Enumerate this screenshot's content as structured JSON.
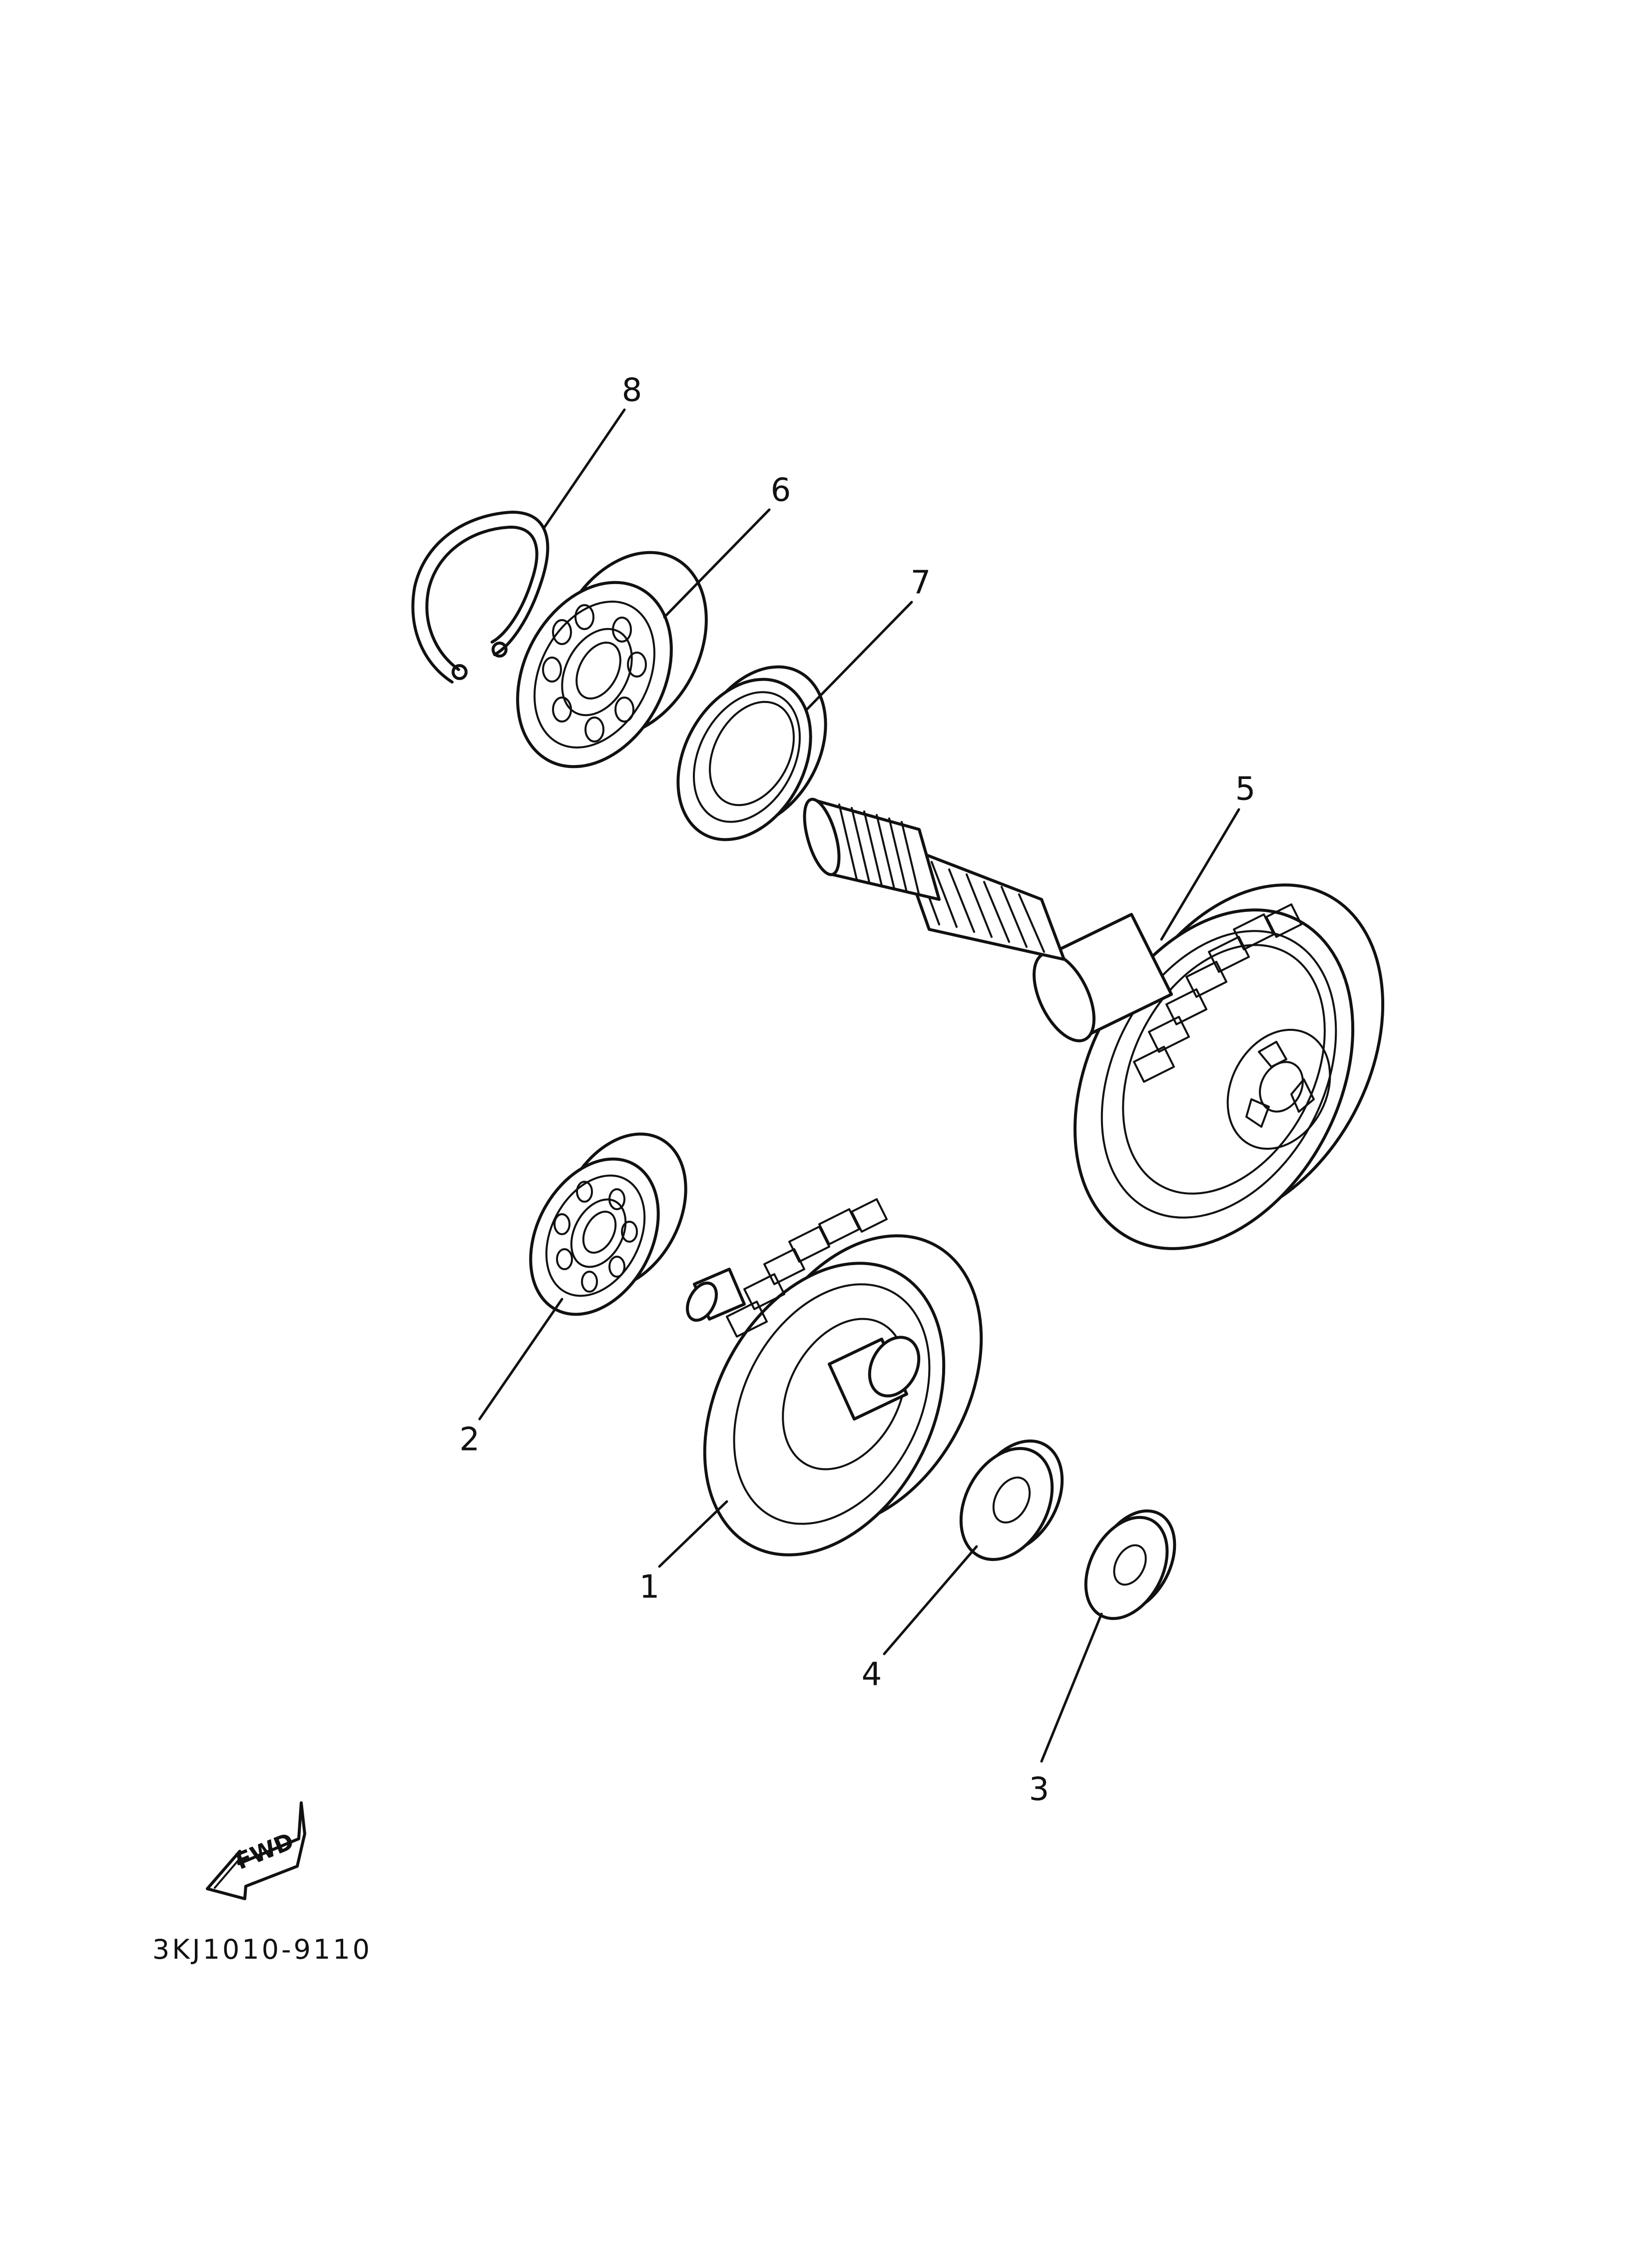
{
  "callouts": {
    "p1": "1",
    "p2": "2",
    "p3": "3",
    "p4": "4",
    "p5": "5",
    "p6": "6",
    "p7": "7",
    "p8": "8"
  },
  "direction_marker": {
    "label": "FWD",
    "icon": "fwd-arrow-icon"
  },
  "diagram_code": "3KJ1010-9110"
}
